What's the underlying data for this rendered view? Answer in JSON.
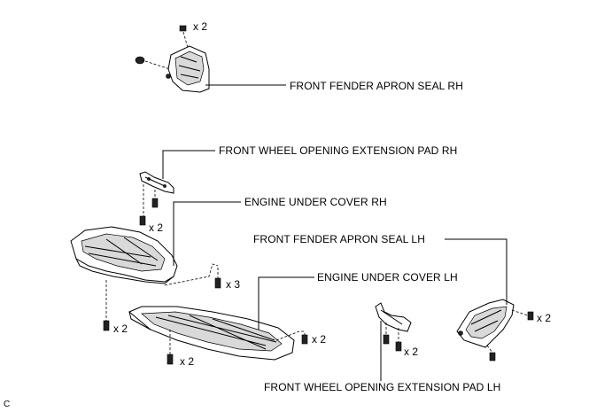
{
  "labels": {
    "fender_seal_rh": "FRONT FENDER APRON SEAL RH",
    "wheel_pad_rh": "FRONT WHEEL OPENING EXTENSION PAD RH",
    "under_cover_rh": "ENGINE UNDER COVER RH",
    "fender_seal_lh": "FRONT FENDER APRON SEAL LH",
    "under_cover_lh": "ENGINE UNDER COVER LH",
    "wheel_pad_lh": "FRONT WHEEL OPENING EXTENSION PAD LH"
  },
  "quantities": {
    "seal_rh_top": "x 2",
    "pad_rh_bolts": "x 2",
    "center_bolts": "x 3",
    "cover_rh_bottom": "x 2",
    "cover_lh_bottom": "x 2",
    "cover_lh_right": "x 2",
    "pad_lh_bolts": "x 2",
    "seal_lh_bolts": "x 2"
  },
  "figure_code": "C"
}
